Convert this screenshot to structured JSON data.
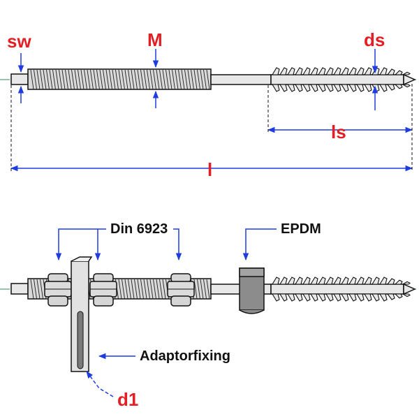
{
  "colors": {
    "dimension": "#1f3ce0",
    "label_red": "#e31e24",
    "axis": "#2e8b57",
    "outline": "#111111",
    "metal": "#d9d9d9",
    "epdm": "#8c8c8c"
  },
  "top_view": {
    "labels": {
      "sw": "sw",
      "M": "M",
      "ds": "ds",
      "ls": "ls",
      "l": "l"
    }
  },
  "bottom_view": {
    "labels": {
      "din": "Din 6923",
      "epdm": "EPDM",
      "adaptor": "Adaptorfixing",
      "d1": "d1"
    }
  }
}
